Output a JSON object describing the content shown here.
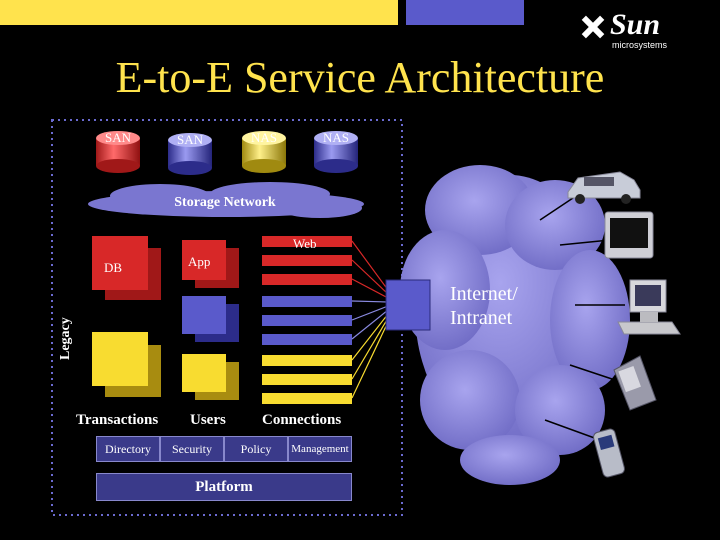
{
  "title": "E-to-E Service Architecture",
  "logo": {
    "name": "Sun",
    "sub": "microsystems"
  },
  "storage": {
    "items": [
      "SAN",
      "SAN",
      "NAS",
      "NAS"
    ],
    "network": "Storage Network"
  },
  "tiers": {
    "db": "DB",
    "app": "App",
    "web": "Web"
  },
  "legacy": "Legacy",
  "columns": [
    "Transactions",
    "Users",
    "Connections"
  ],
  "services": [
    "Directory",
    "Security",
    "Policy",
    "Management"
  ],
  "platform": "Platform",
  "cloud": {
    "line1": "Internet/",
    "line2": "Intranet"
  },
  "devices": [
    "car-icon",
    "tv-icon",
    "desktop-computer-icon",
    "handheld-device-icon",
    "mobile-phone-icon"
  ],
  "colors": {
    "yellow": "#ffe34d",
    "red": "#e03030",
    "blue": "#5a5acb",
    "cloud": "#8a86d8"
  }
}
